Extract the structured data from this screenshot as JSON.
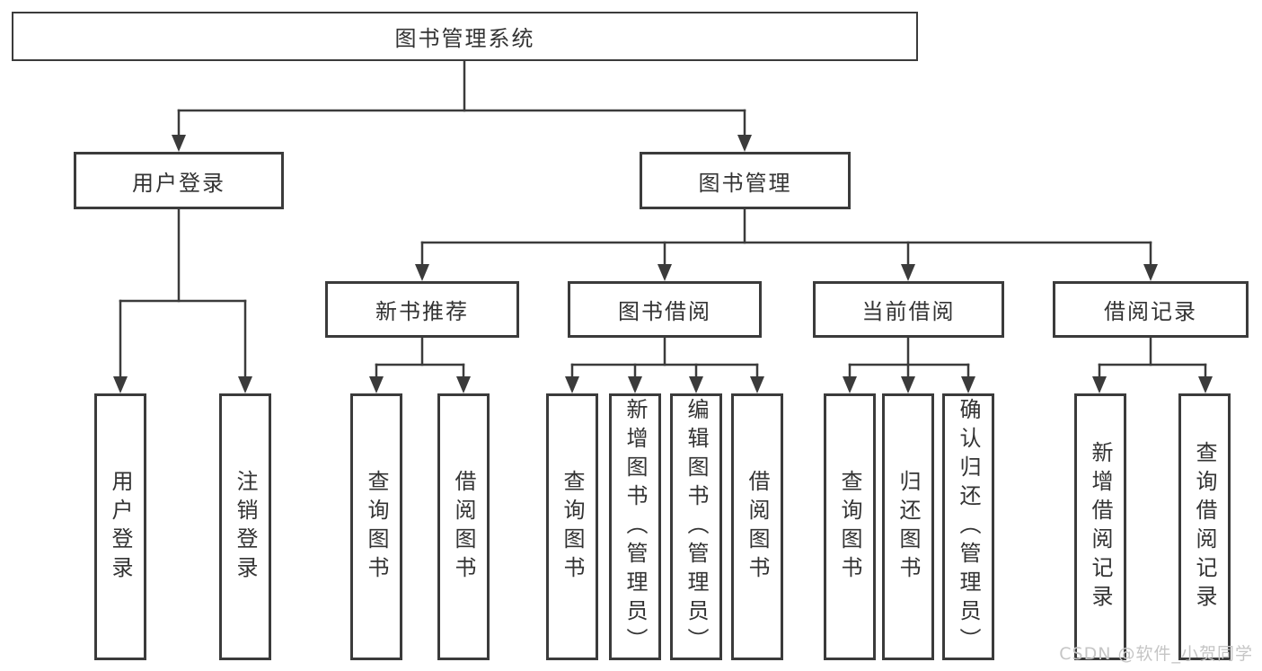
{
  "diagram": {
    "root": {
      "label": "图书管理系统"
    },
    "branches": [
      {
        "label": "用户登录",
        "children": [
          {
            "label": "用户登录"
          },
          {
            "label": "注销登录"
          }
        ]
      },
      {
        "label": "图书管理",
        "children": [
          {
            "label": "新书推荐",
            "children": [
              {
                "label": "查询图书"
              },
              {
                "label": "借阅图书"
              }
            ]
          },
          {
            "label": "图书借阅",
            "children": [
              {
                "label": "查询图书"
              },
              {
                "label": "新增图书（管理员）"
              },
              {
                "label": "编辑图书（管理员）"
              },
              {
                "label": "借阅图书"
              }
            ]
          },
          {
            "label": "当前借阅",
            "children": [
              {
                "label": "查询图书"
              },
              {
                "label": "归还图书"
              },
              {
                "label": "确认归还（管理员）"
              }
            ]
          },
          {
            "label": "借阅记录",
            "children": [
              {
                "label": "新增借阅记录"
              },
              {
                "label": "查询借阅记录"
              }
            ]
          }
        ]
      }
    ]
  },
  "watermark": "CSDN @软件_小贺同学",
  "colors": {
    "line": "#3b3b3b",
    "text": "#333333",
    "background": "#ffffff",
    "watermark": "#c5c5c5"
  }
}
